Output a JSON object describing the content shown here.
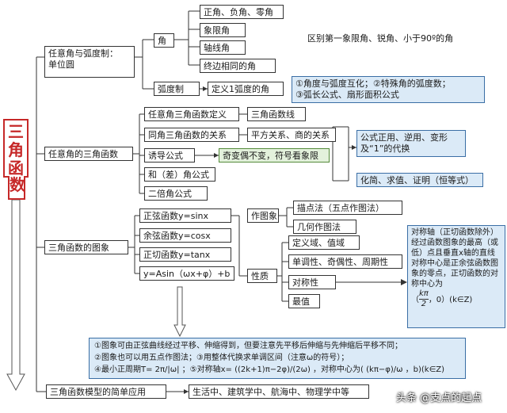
{
  "root": {
    "chars": [
      "三",
      "角",
      "函",
      "数"
    ]
  },
  "branch1": {
    "label_line1": "任意角与弧度制：",
    "label_line2": "单位圆",
    "angle": "角",
    "angle_items": [
      "正角、负角、零角",
      "象限角",
      "轴线角",
      "终边相同的角"
    ],
    "angle_note": "区别第一象限角、锐角、小于90º的角",
    "radian": "弧度制",
    "radian_def": "定义1弧度的角",
    "radian_note_line1": "①角度与弧度互化；②特殊角的弧度数；",
    "radian_note_line2": "③弧长公式、扇形面积公式"
  },
  "branch2": {
    "label": "任意角的三角函数",
    "items": [
      "任意角三角函数定义",
      "同角三角函数的关系",
      "诱导公式",
      "和（差）角公式",
      "二倍角公式"
    ],
    "def_line": "三角函数线",
    "relation": "平方关系、商的关系",
    "induction_note": "奇变偶不变，符号看象限",
    "formula_note_line1": "公式正用、逆用、变形",
    "formula_note_line2": "及“1”的代换",
    "apply_note": "化简、求值、证明（恒等式）"
  },
  "branch3": {
    "label": "三角函数的图象",
    "funcs": [
      "正弦函数y=sinx",
      "余弦函数y=cosx",
      "正切函数y=tanx",
      "y=Asin（ωx+φ）+b"
    ],
    "draw": "作图象",
    "draw_items": [
      "描点法（五点作图法）",
      "几何作图法"
    ],
    "props": "性质",
    "prop_items": [
      "定义域、值域",
      "单调性、奇偶性、周期性",
      "对称性",
      "最值"
    ],
    "sym_note": "对称轴（正切函数除外）经过函数图象的最高（或低）点且垂直x轴的直线对称中心是正余弦函数图象的零点，正切函数的对称中心为",
    "sym_note_tail_k": "kπ",
    "sym_note_tail_2": "2",
    "sym_note_tail_end": "，0）(k∈Z)",
    "note_line1": "①图象可由正弦曲线经过平移、伸缩得到，但要注意先平移后伸缩与先伸缩后平移不同；",
    "note_line2": "②图象也可以用五点作图法；③用整体代换求单调区间（注意ω的符号）；",
    "note_line3": "④最小正周期T= 2π/|ω| ；⑤对称轴x= ((2k+1)π−2φ)/(2ω) ，对称中心为( (kπ−φ)/ω ，b)(k∈Z)"
  },
  "branch4": {
    "label": "三角函数模型的简单应用",
    "note": "生活中、建筑学中、航海中、物理学中等"
  },
  "footer": "头条 @支点的起点",
  "colors": {
    "root_border": "#c62828",
    "line": "#333333",
    "note_blue": "#dbeaf7",
    "note_green": "#e3f1dc"
  }
}
